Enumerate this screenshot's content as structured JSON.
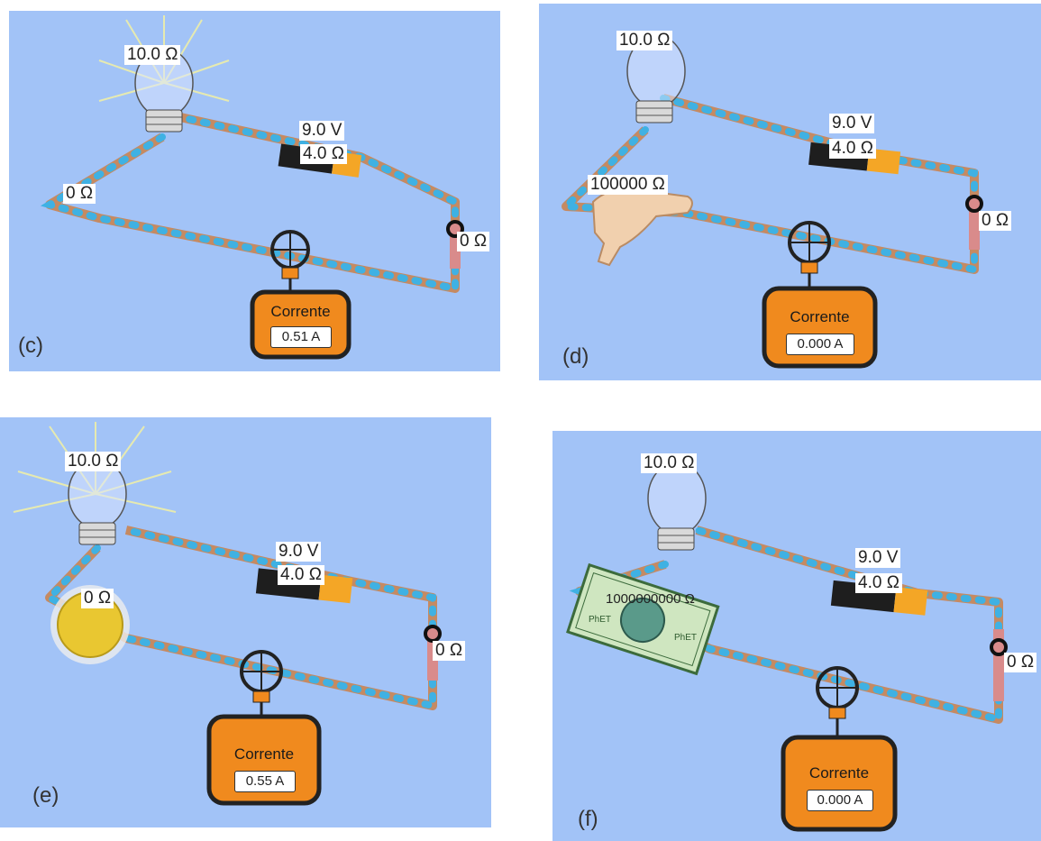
{
  "panels": [
    {
      "tag": "(c)",
      "bulb_resistance": "10.0 Ω",
      "battery_voltage": "9.0 V",
      "battery_resistance": "4.0 Ω",
      "switch_resistance": "0 Ω",
      "extra_resistance": "0 Ω",
      "ammeter_title": "Corrente",
      "ammeter_value": "0.51 A",
      "bulb_lit": true
    },
    {
      "tag": "(d)",
      "bulb_resistance": "10.0 Ω",
      "battery_voltage": "9.0 V",
      "battery_resistance": "4.0 Ω",
      "switch_resistance": "0 Ω",
      "extra_resistance": "100000 Ω",
      "extra_object": "hand",
      "ammeter_title": "Corrente",
      "ammeter_value": "0.000 A",
      "bulb_lit": false
    },
    {
      "tag": "(e)",
      "bulb_resistance": "10.0 Ω",
      "battery_voltage": "9.0 V",
      "battery_resistance": "4.0 Ω",
      "switch_resistance": "0 Ω",
      "extra_resistance": "0 Ω",
      "extra_object": "coin",
      "ammeter_title": "Corrente",
      "ammeter_value": "0.55 A",
      "bulb_lit": true
    },
    {
      "tag": "(f)",
      "bulb_resistance": "10.0 Ω",
      "battery_voltage": "9.0 V",
      "battery_resistance": "4.0 Ω",
      "switch_resistance": "0 Ω",
      "extra_resistance": "1000000000 Ω",
      "extra_object": "dollar-bill",
      "bill_text": "PhET",
      "ammeter_title": "Corrente",
      "ammeter_value": "0.000 A",
      "bulb_lit": false
    }
  ],
  "colors": {
    "background": "#a2c3f7",
    "wire": "#c58a62",
    "electron": "#3fb1e3",
    "meter_body": "#f08a1e",
    "battery_body": "#1e1e1e",
    "battery_tip": "#f4a626",
    "coin": "#e9c731",
    "bill": "#cfe6c0"
  }
}
